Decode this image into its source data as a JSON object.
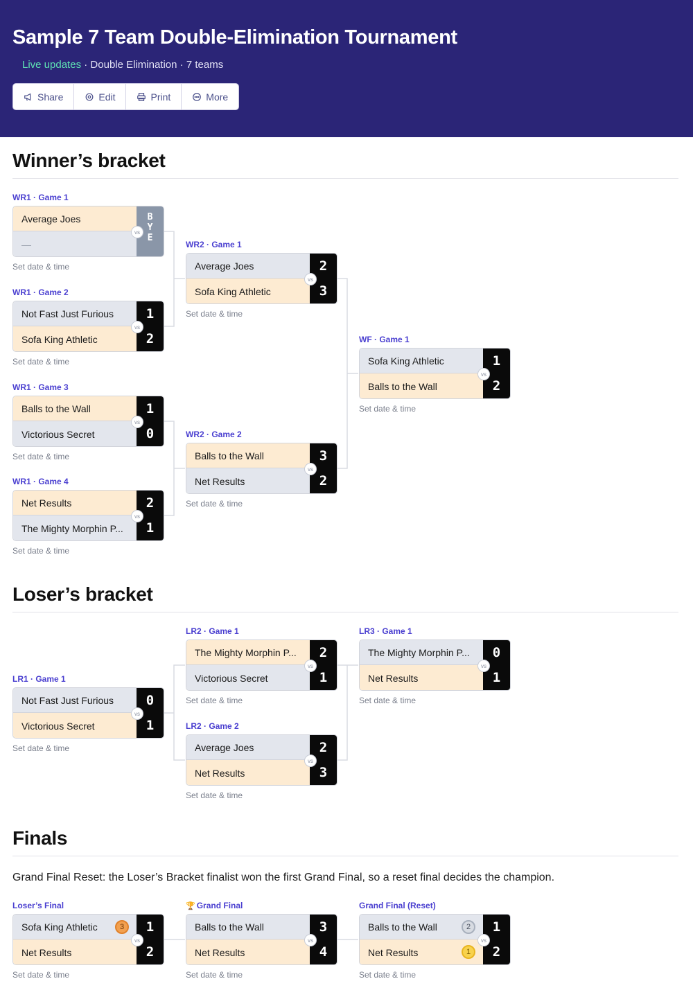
{
  "header": {
    "title": "Sample 7 Team Double-Elimination Tournament",
    "live": "Live updates",
    "sep1": " · ",
    "format": "Double Elimination",
    "sep2": " · ",
    "teams": "7 teams",
    "actions": [
      {
        "label": "Share",
        "icon": "megaphone-icon"
      },
      {
        "label": "Edit",
        "icon": "gear-icon"
      },
      {
        "label": "Print",
        "icon": "printer-icon"
      },
      {
        "label": "More",
        "icon": "more-icon"
      }
    ]
  },
  "sections": {
    "winners": "Winner’s bracket",
    "losers": "Loser’s bracket",
    "finals": "Finals"
  },
  "finals_note": "Grand Final Reset: the Loser’s Bracket finalist won the first Grand Final, so a reset final decides the champion.",
  "set_date": "Set date & time",
  "vs": "vs",
  "bye": [
    "B",
    "Y",
    "E"
  ],
  "games": {
    "wr1g1": {
      "label": "WR1 · Game 1",
      "top": {
        "name": "Average Joes"
      },
      "bottom": {
        "name": "—"
      }
    },
    "wr1g2": {
      "label": "WR1 · Game 2",
      "top": {
        "name": "Not Fast Just Furious",
        "score": "1"
      },
      "bottom": {
        "name": "Sofa King Athletic",
        "score": "2"
      }
    },
    "wr1g3": {
      "label": "WR1 · Game 3",
      "top": {
        "name": "Balls to the Wall",
        "score": "1"
      },
      "bottom": {
        "name": "Victorious Secret",
        "score": "0"
      }
    },
    "wr1g4": {
      "label": "WR1 · Game 4",
      "top": {
        "name": "Net Results",
        "score": "2"
      },
      "bottom": {
        "name": "The Mighty Morphin P...",
        "score": "1"
      }
    },
    "wr2g1": {
      "label": "WR2 · Game 1",
      "top": {
        "name": "Average Joes",
        "score": "2"
      },
      "bottom": {
        "name": "Sofa King Athletic",
        "score": "3"
      }
    },
    "wr2g2": {
      "label": "WR2 · Game 2",
      "top": {
        "name": "Balls to the Wall",
        "score": "3"
      },
      "bottom": {
        "name": "Net Results",
        "score": "2"
      }
    },
    "wfg1": {
      "label": "WF · Game 1",
      "top": {
        "name": "Sofa King Athletic",
        "score": "1"
      },
      "bottom": {
        "name": "Balls to the Wall",
        "score": "2"
      }
    },
    "lr1g1": {
      "label": "LR1 · Game 1",
      "top": {
        "name": "Not Fast Just Furious",
        "score": "0"
      },
      "bottom": {
        "name": "Victorious Secret",
        "score": "1"
      }
    },
    "lr2g1": {
      "label": "LR2 · Game 1",
      "top": {
        "name": "The Mighty Morphin P...",
        "score": "2"
      },
      "bottom": {
        "name": "Victorious Secret",
        "score": "1"
      }
    },
    "lr2g2": {
      "label": "LR2 · Game 2",
      "top": {
        "name": "Average Joes",
        "score": "2"
      },
      "bottom": {
        "name": "Net Results",
        "score": "3"
      }
    },
    "lr3g1": {
      "label": "LR3 · Game 1",
      "top": {
        "name": "The Mighty Morphin P...",
        "score": "0"
      },
      "bottom": {
        "name": "Net Results",
        "score": "1"
      }
    },
    "lf": {
      "label": "Loser’s Final",
      "top": {
        "name": "Sofa King Athletic",
        "score": "1",
        "medal": "3"
      },
      "bottom": {
        "name": "Net Results",
        "score": "2"
      }
    },
    "gf": {
      "label": "Grand Final",
      "top": {
        "name": "Balls to the Wall",
        "score": "3"
      },
      "bottom": {
        "name": "Net Results",
        "score": "4"
      }
    },
    "gfr": {
      "label": "Grand Final (Reset)",
      "top": {
        "name": "Balls to the Wall",
        "score": "1",
        "medal": "2"
      },
      "bottom": {
        "name": "Net Results",
        "score": "2",
        "medal": "1"
      }
    }
  },
  "colors": {
    "header_bg": "#2b2577",
    "live": "#5fe3b4",
    "label": "#4a3fd0",
    "winner_row": "#fdebd2",
    "loser_row": "#e3e6ed"
  }
}
